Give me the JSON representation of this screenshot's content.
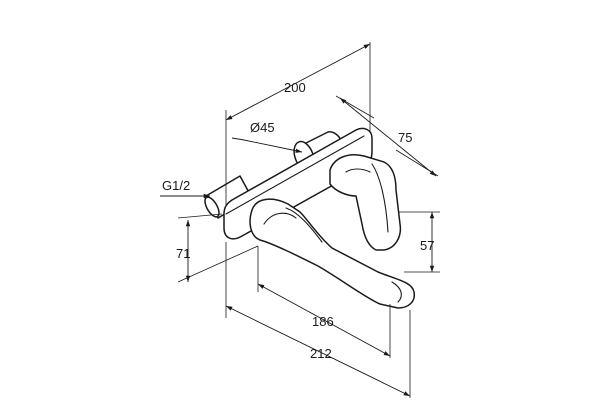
{
  "drawing": {
    "line_color": "#1a1a1a",
    "background": "#ffffff",
    "dimensions": {
      "width_total": "200",
      "depth": "75",
      "diameter": "Ø45",
      "thread": "G1/2",
      "height_left": "71",
      "height_right": "57",
      "spout_reach": "186",
      "overall_reach": "212"
    }
  }
}
